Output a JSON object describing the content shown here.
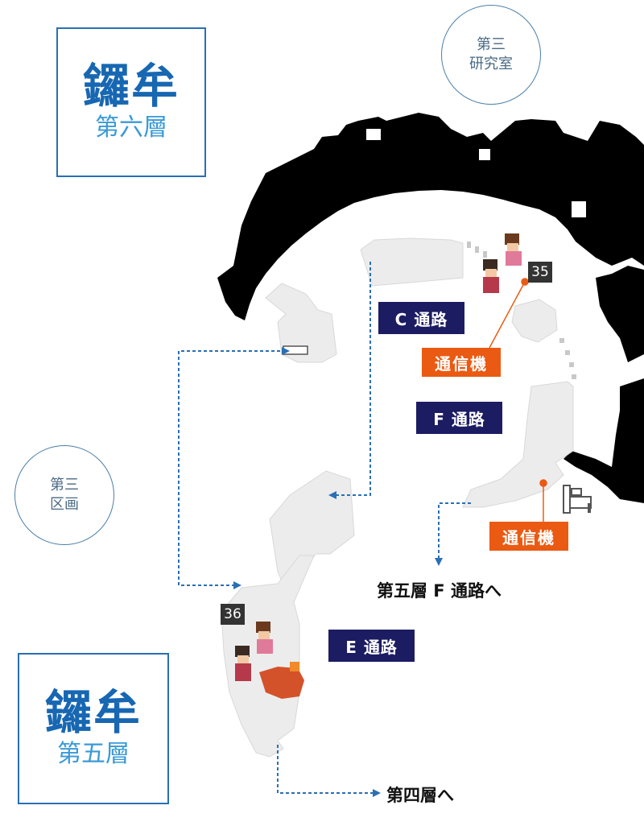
{
  "floor_upper": {
    "name": "鑼牟",
    "floor": "第六層"
  },
  "floor_lower": {
    "name": "鑼牟",
    "floor": "第五層"
  },
  "lab": {
    "line1": "第三",
    "line2": "研究室"
  },
  "district": {
    "line1": "第三",
    "line2": "区画"
  },
  "passages": {
    "c": "C 通路",
    "f": "F 通路",
    "e": "E 通路"
  },
  "comm_devices": {
    "upper": "通信機",
    "lower": "通信機"
  },
  "markers": {
    "m35": "35",
    "m36": "36"
  },
  "exits": {
    "to_f": "第五層 F 通路へ",
    "to_fourth": "第四層へ"
  },
  "icons": {
    "bed": "bed-icon",
    "party_upper": "party-sprites",
    "party_lower": "party-sprites"
  },
  "colors": {
    "title": "#1767b2",
    "passage_bg": "#1c1c63",
    "comm_bg": "#ea5a12",
    "route": "#2a6fb4",
    "wall": "#000000",
    "floor": "#ececec"
  }
}
